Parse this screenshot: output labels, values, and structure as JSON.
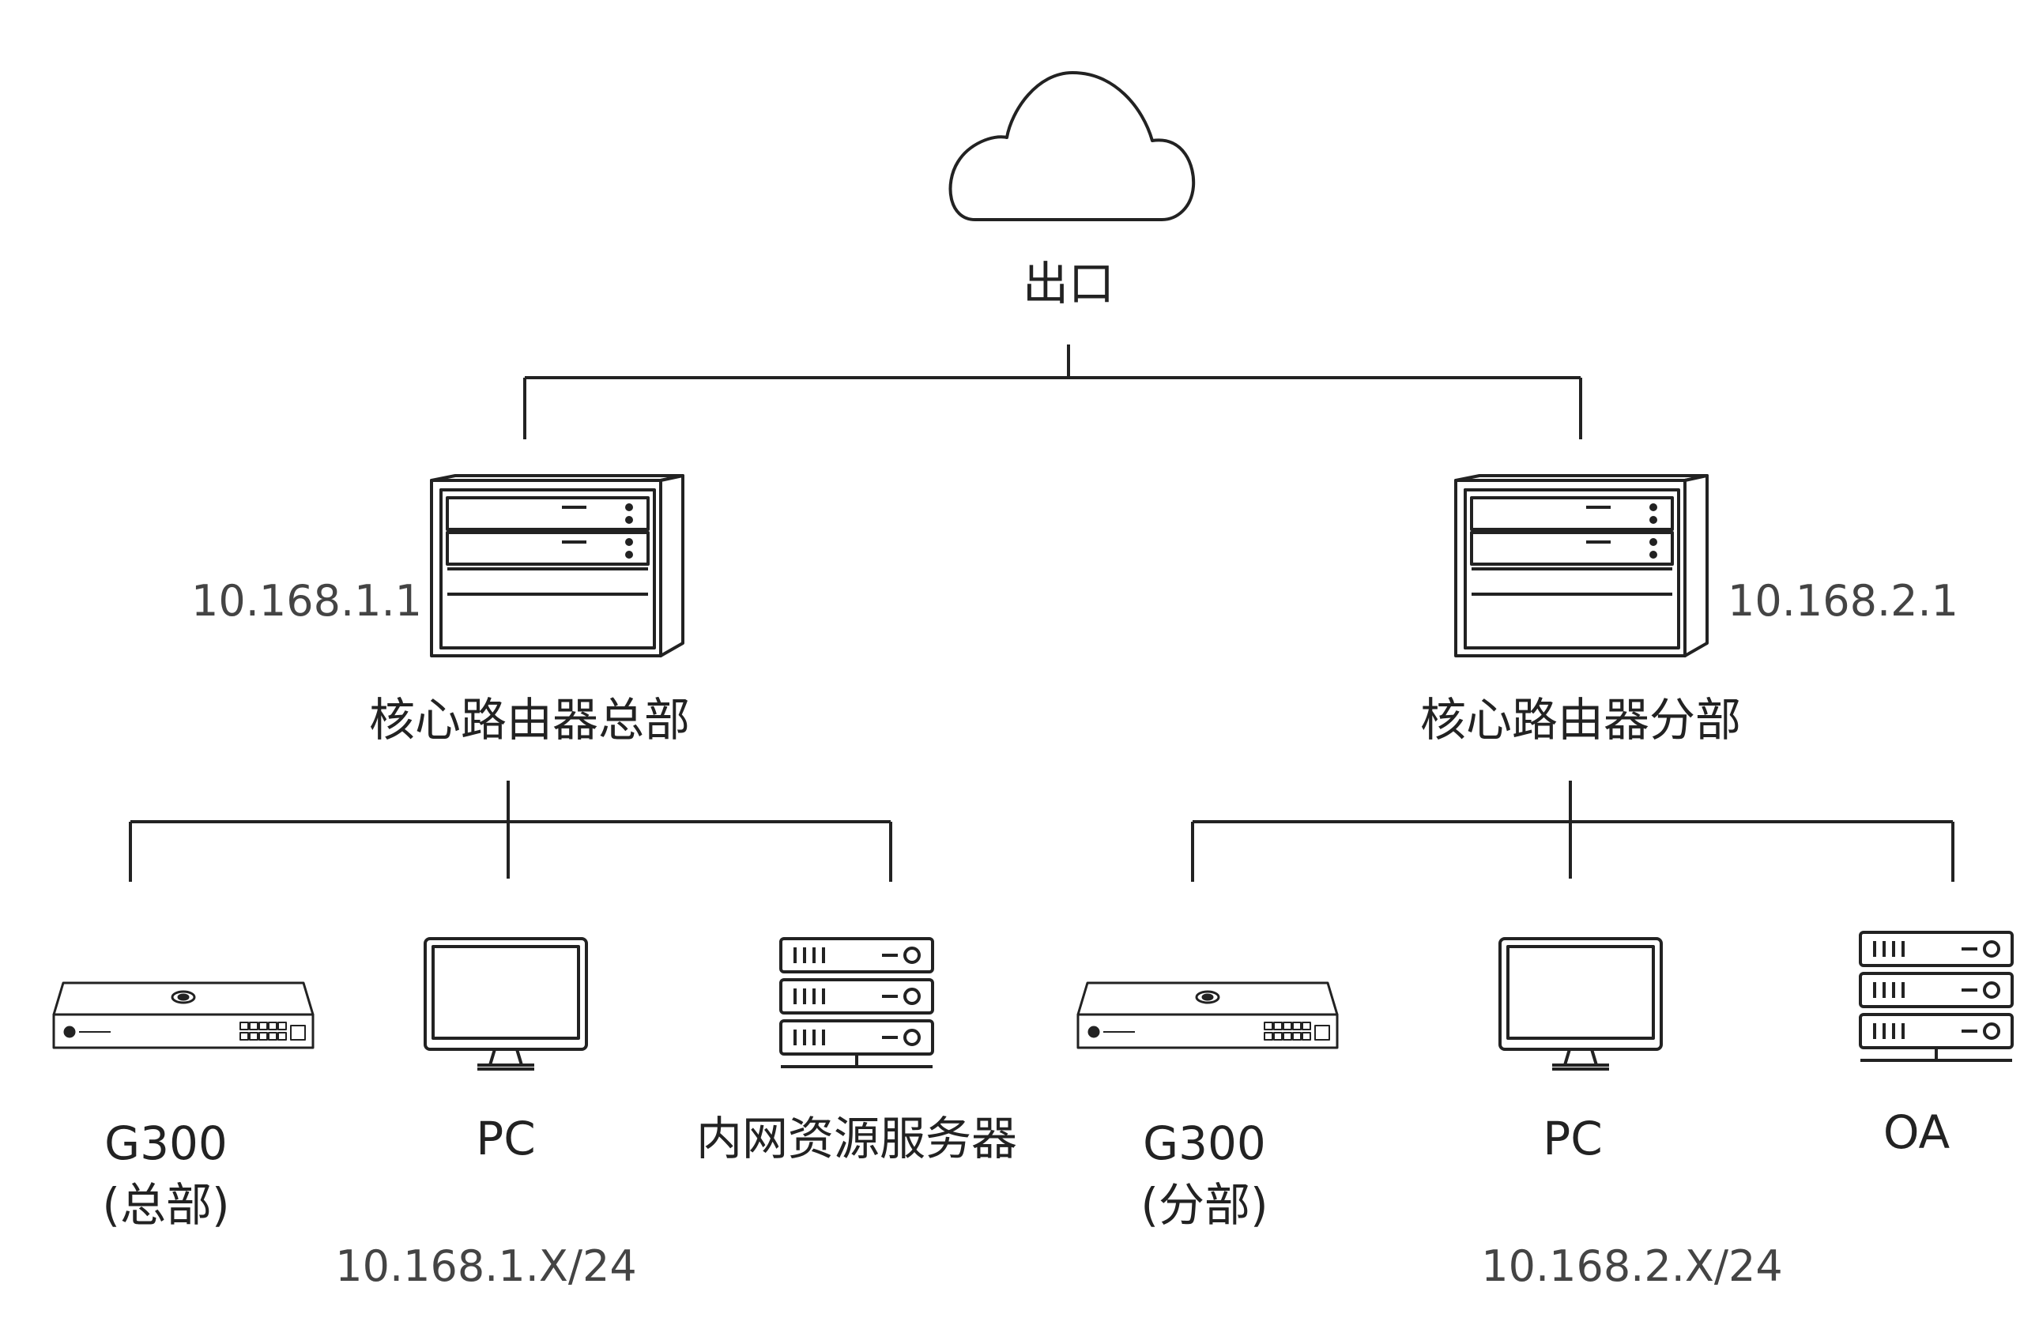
{
  "cloud": {
    "label": "出口",
    "icon": "cloud-icon"
  },
  "routers": [
    {
      "name": "核心路由器总部",
      "ip": "10.168.1.1",
      "icon": "router-chassis-icon"
    },
    {
      "name": "核心路由器分部",
      "ip": "10.168.2.1",
      "icon": "router-chassis-icon"
    }
  ],
  "hq": {
    "g300": {
      "line1": "G300",
      "line2": "(总部)",
      "icon": "gateway-appliance-icon"
    },
    "pc": {
      "label": "PC",
      "icon": "monitor-icon"
    },
    "server": {
      "label": "内网资源服务器",
      "icon": "server-rack-icon"
    },
    "subnet": "10.168.1.X/24"
  },
  "branch": {
    "g300": {
      "line1": "G300",
      "line2": "(分部)",
      "icon": "gateway-appliance-icon"
    },
    "pc": {
      "label": "PC",
      "icon": "monitor-icon"
    },
    "oa": {
      "label": "OA",
      "icon": "server-rack-icon"
    },
    "subnet": "10.168.2.X/24"
  },
  "colors": {
    "stroke": "#222222",
    "text": "#222222",
    "ip_text": "#444444"
  }
}
